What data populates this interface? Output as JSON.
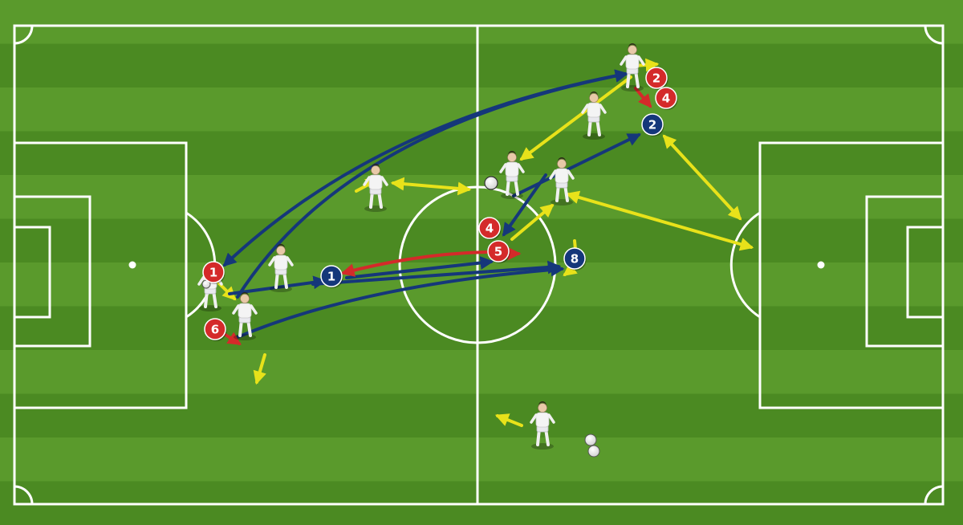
{
  "colors": {
    "stripe_light": "#5a9a2c",
    "stripe_dark": "#4b8a22",
    "lines": "#ffffff",
    "red": "#d42a2a",
    "blue": "#15377a",
    "yellow": "#e8e21a",
    "kit": "#f4f4f4",
    "shorts": "#e9e9ee"
  },
  "markers": [
    {
      "id": "red-1",
      "team": "red",
      "label": "1"
    },
    {
      "id": "red-2",
      "team": "red",
      "label": "2"
    },
    {
      "id": "red-4-top",
      "team": "red",
      "label": "4"
    },
    {
      "id": "red-4-mid",
      "team": "red",
      "label": "4"
    },
    {
      "id": "red-5",
      "team": "red",
      "label": "5"
    },
    {
      "id": "red-6",
      "team": "red",
      "label": "6"
    },
    {
      "id": "blue-1",
      "team": "blue",
      "label": "1"
    },
    {
      "id": "blue-2",
      "team": "blue",
      "label": "2"
    },
    {
      "id": "blue-8",
      "team": "blue",
      "label": "8"
    }
  ],
  "icons": {
    "player": "player-figure-icon",
    "ball": "football-icon"
  }
}
